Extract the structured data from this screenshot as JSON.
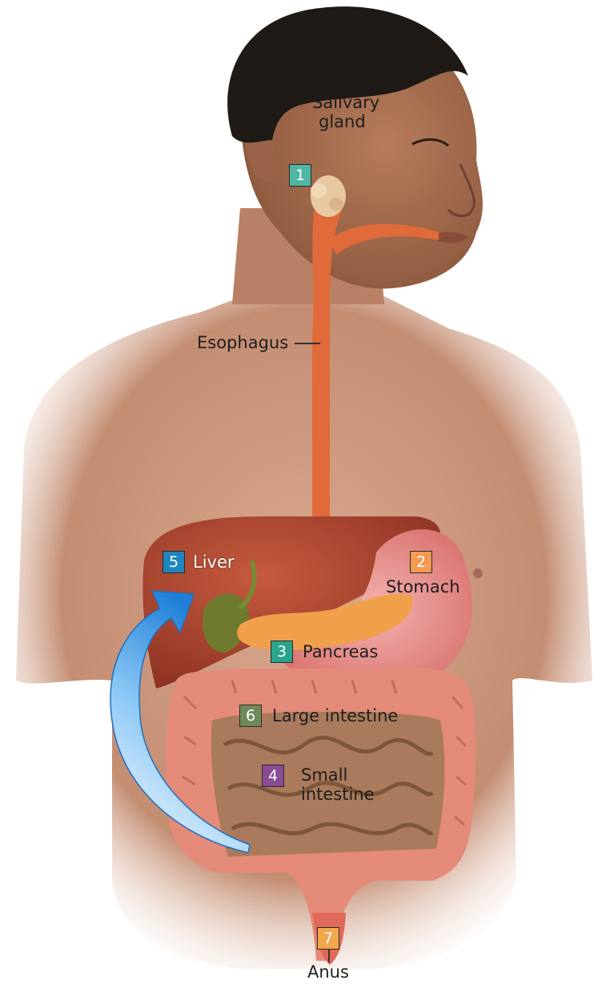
{
  "organs": [
    {
      "number": "1",
      "color": "#4fb6a6",
      "label_lines": [
        "Salivary",
        "gland"
      ]
    },
    {
      "number": "2",
      "color": "#f29a52",
      "label_lines": [
        "Stomach"
      ]
    },
    {
      "number": "3",
      "color": "#2aa48c",
      "label_lines": [
        "Pancreas"
      ]
    },
    {
      "number": "4",
      "color": "#8a4b95",
      "label_lines": [
        "Small",
        "intestine"
      ]
    },
    {
      "number": "5",
      "color": "#1f86bf",
      "label_lines": [
        "Liver"
      ]
    },
    {
      "number": "6",
      "color": "#6f8a5a",
      "label_lines": [
        "Large intestine"
      ]
    },
    {
      "number": "7",
      "color": "#f3a74c",
      "label_lines": [
        "Anus"
      ]
    }
  ],
  "esophagus_label": "Esophagus",
  "colors": {
    "skin": "#c8957a",
    "hair": "#1f1a16",
    "digestive_tube": "#e06a3a",
    "liver": "#a8442e",
    "stomach": "#e98f8e",
    "pancreas": "#f0a04a",
    "intestine": "#e48a78",
    "small_intestine": "#a97a5c",
    "arrow": "#2f8fe0"
  }
}
